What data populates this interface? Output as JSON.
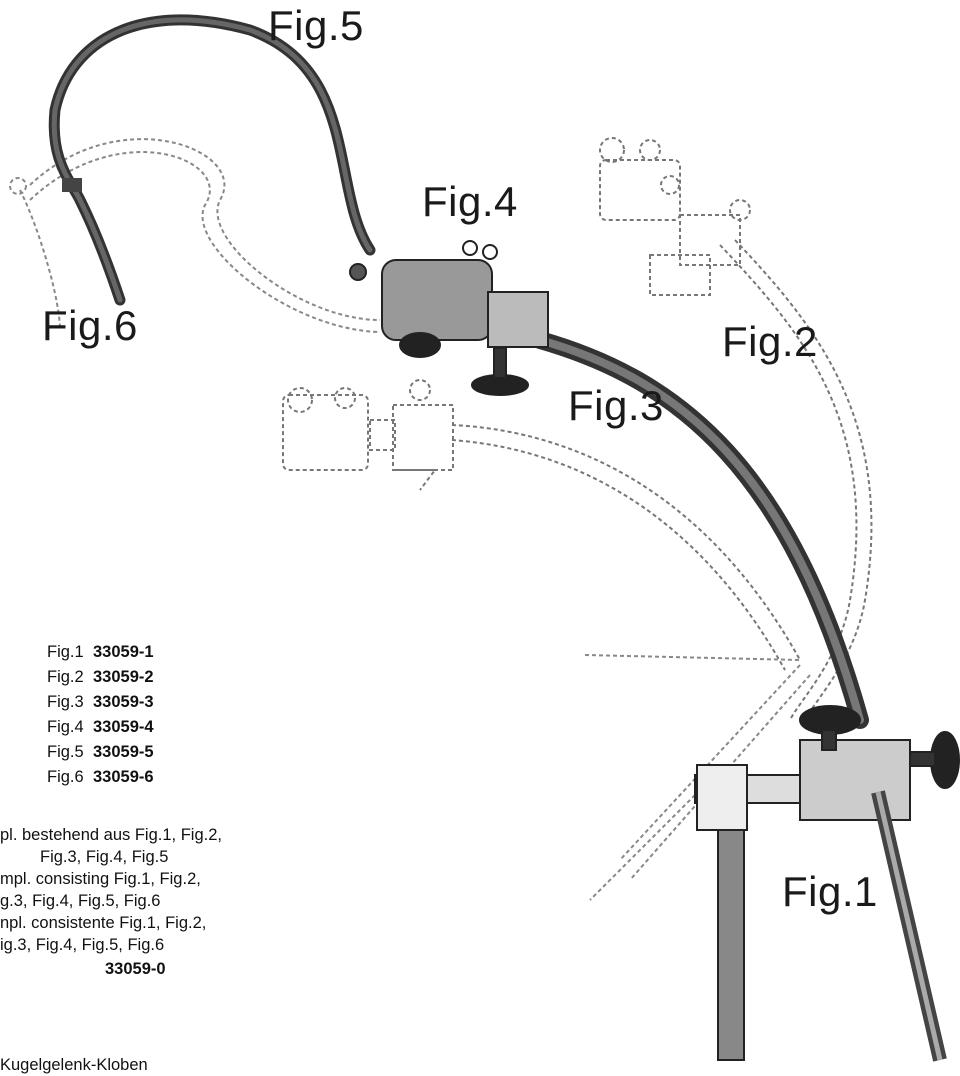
{
  "labels": {
    "fig1": "Fig.1",
    "fig2": "Fig.2",
    "fig3": "Fig.3",
    "fig4": "Fig.4",
    "fig5": "Fig.5",
    "fig6": "Fig.6"
  },
  "parts": [
    {
      "fig": "Fig.1",
      "code": "33059-1"
    },
    {
      "fig": "Fig.2",
      "code": "33059-2"
    },
    {
      "fig": "Fig.3",
      "code": "33059-3"
    },
    {
      "fig": "Fig.4",
      "code": "33059-4"
    },
    {
      "fig": "Fig.5",
      "code": "33059-5"
    },
    {
      "fig": "Fig.6",
      "code": "33059-6"
    }
  ],
  "description": {
    "de_line1": "pl. bestehend aus Fig.1, Fig.2,",
    "de_line2": "Fig.3, Fig.4, Fig.5",
    "en_line1": "mpl. consisting Fig.1, Fig.2,",
    "en_line2": "g.3, Fig.4, Fig.5, Fig.6",
    "it_line1": "npl. consistente Fig.1, Fig.2,",
    "it_line2": "ig.3, Fig.4, Fig.5, Fig.6",
    "complete_code": "33059-0",
    "footer": "Kugelgelenk-Kloben"
  }
}
